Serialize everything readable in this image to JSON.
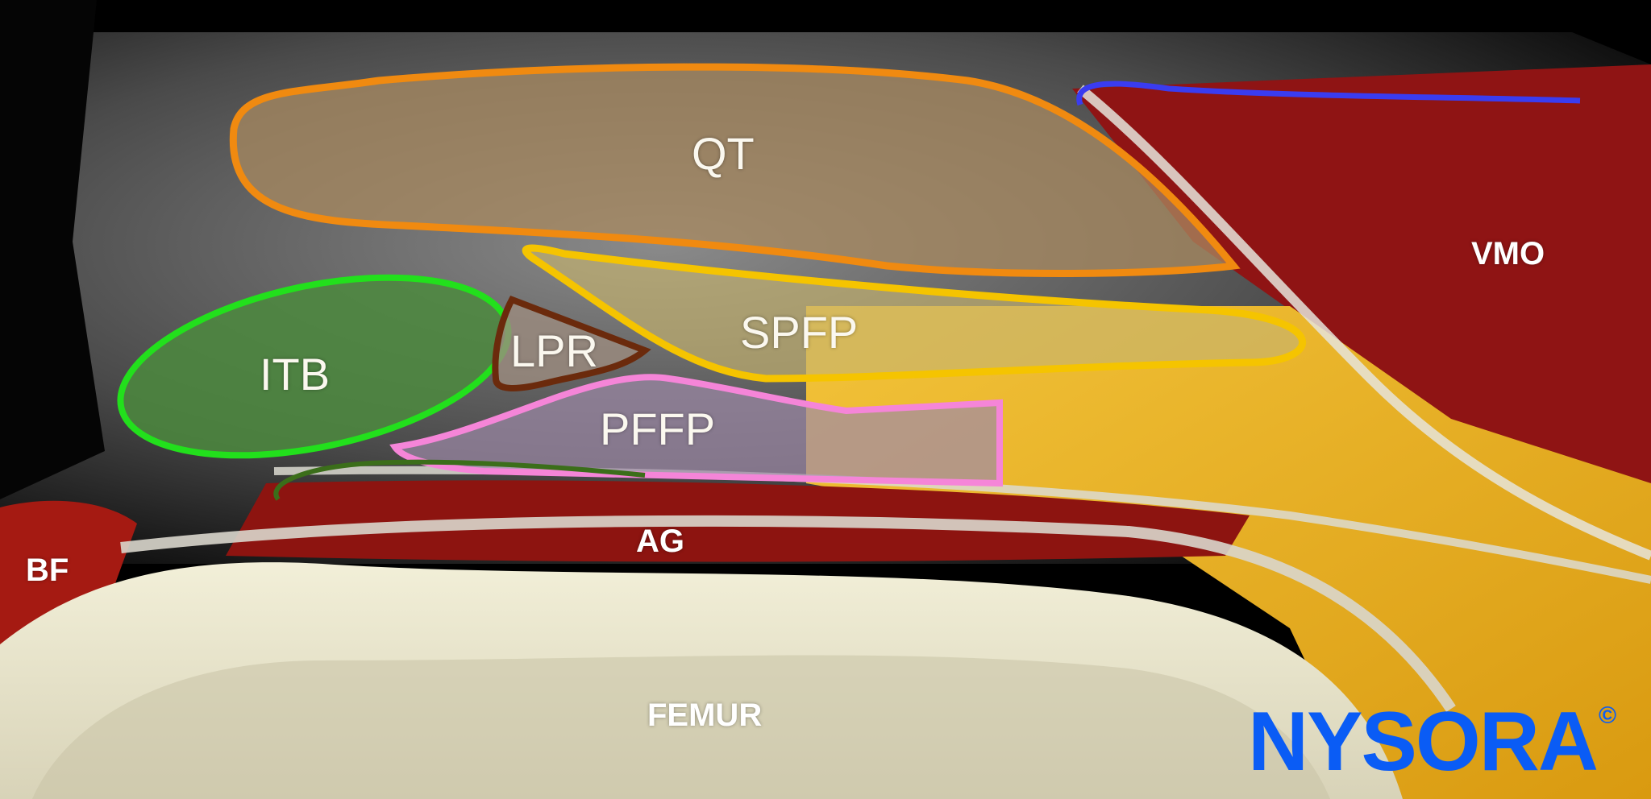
{
  "diagram": {
    "type": "annotated ultrasound anatomy illustration",
    "brand": {
      "name": "NYSORA",
      "mark": "©",
      "color": "#0a5cf5"
    },
    "structures": [
      {
        "id": "qt",
        "label": "QT",
        "outline_color": "#f08a10"
      },
      {
        "id": "spfp",
        "label": "SPFP",
        "outline_color": "#f5c400"
      },
      {
        "id": "itb",
        "label": "ITB",
        "outline_color": "#22e01c"
      },
      {
        "id": "lpr",
        "label": "LPR",
        "outline_color": "#6b2a0c"
      },
      {
        "id": "pffp",
        "label": "PFFP",
        "outline_color": "#f585d8"
      },
      {
        "id": "ag",
        "label": "AG",
        "outline_color": "#3b6e1a"
      },
      {
        "id": "vmo",
        "label": "VMO",
        "outline_color": "#3a3cf0"
      },
      {
        "id": "bf",
        "label": "BF"
      },
      {
        "id": "femur",
        "label": "FEMUR"
      }
    ]
  }
}
